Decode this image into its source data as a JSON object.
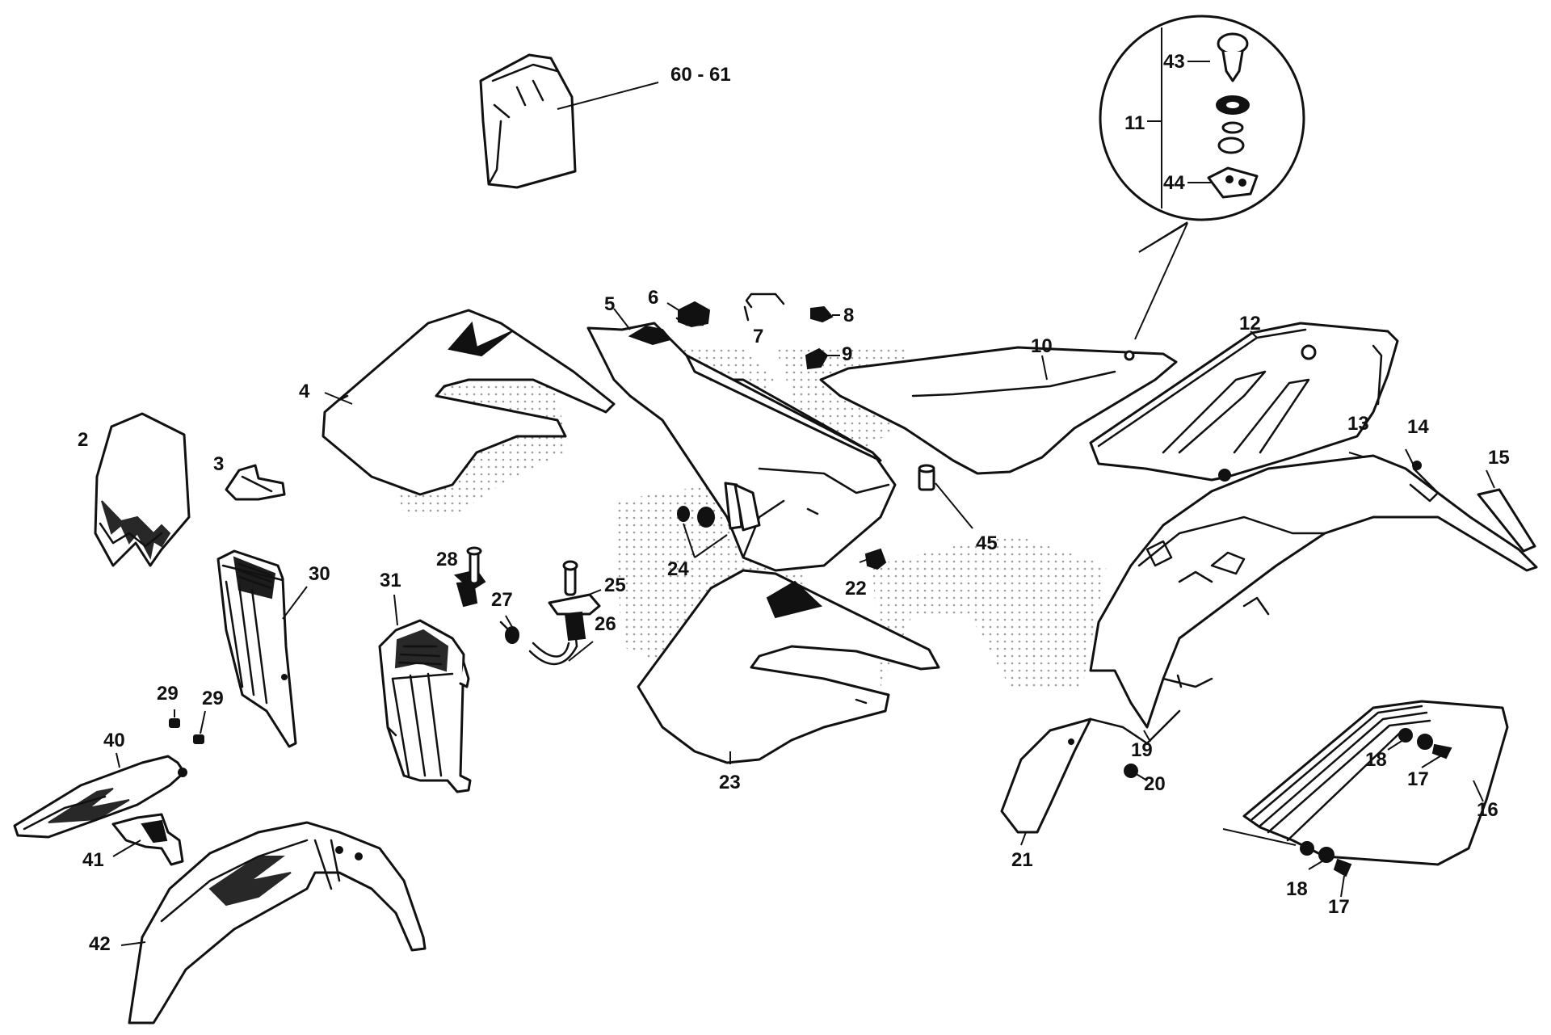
{
  "diagram": {
    "callouts": {
      "c2": "2",
      "c3": "3",
      "c4": "4",
      "c5": "5",
      "c6": "6",
      "c7": "7",
      "c8": "8",
      "c9": "9",
      "c10": "10",
      "c11": "11",
      "c12": "12",
      "c13": "13",
      "c14": "14",
      "c15": "15",
      "c16": "16",
      "c17a": "17",
      "c17b": "17",
      "c18a": "18",
      "c18b": "18",
      "c19": "19",
      "c20": "20",
      "c21": "21",
      "c22": "22",
      "c23": "23",
      "c24": "24",
      "c25": "25",
      "c26": "26",
      "c27": "27",
      "c28": "28",
      "c29a": "29",
      "c29b": "29",
      "c30": "30",
      "c31": "31",
      "c40": "40",
      "c41": "41",
      "c42": "42",
      "c43": "43",
      "c44": "44",
      "c45": "45",
      "c6061": "60 - 61"
    },
    "colors": {
      "ink": "#111111",
      "paper": "#ffffff",
      "watermark": "#8a8a8a"
    },
    "watermark_pattern": "stippled dot letters"
  }
}
